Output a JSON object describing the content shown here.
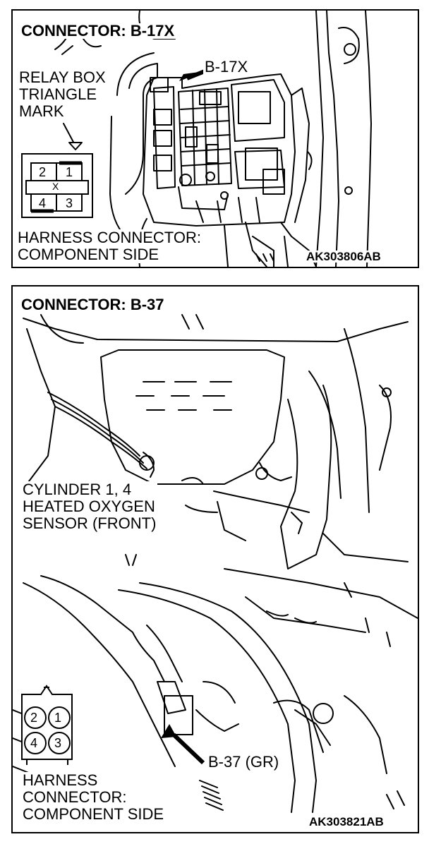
{
  "panel1": {
    "title": "CONNECTOR: B-17X",
    "callout": "B-17X",
    "relay_box_label": "RELAY BOX\nTRIANGLE\nMARK",
    "connector_pins": [
      "2",
      "1",
      "4",
      "3"
    ],
    "connector_center_mark": "X",
    "harness_label": "HARNESS CONNECTOR:\nCOMPONENT SIDE",
    "figure_code": "AK303806AB"
  },
  "panel2": {
    "title": "CONNECTOR: B-37",
    "sensor_label": "CYLINDER 1, 4\nHEATED OXYGEN\nSENSOR (FRONT)",
    "callout": "B-37 (GR)",
    "connector_pins": [
      "2",
      "1",
      "4",
      "3"
    ],
    "harness_label": "HARNESS\nCONNECTOR:\nCOMPONENT SIDE",
    "figure_code": "AK303821AB"
  }
}
